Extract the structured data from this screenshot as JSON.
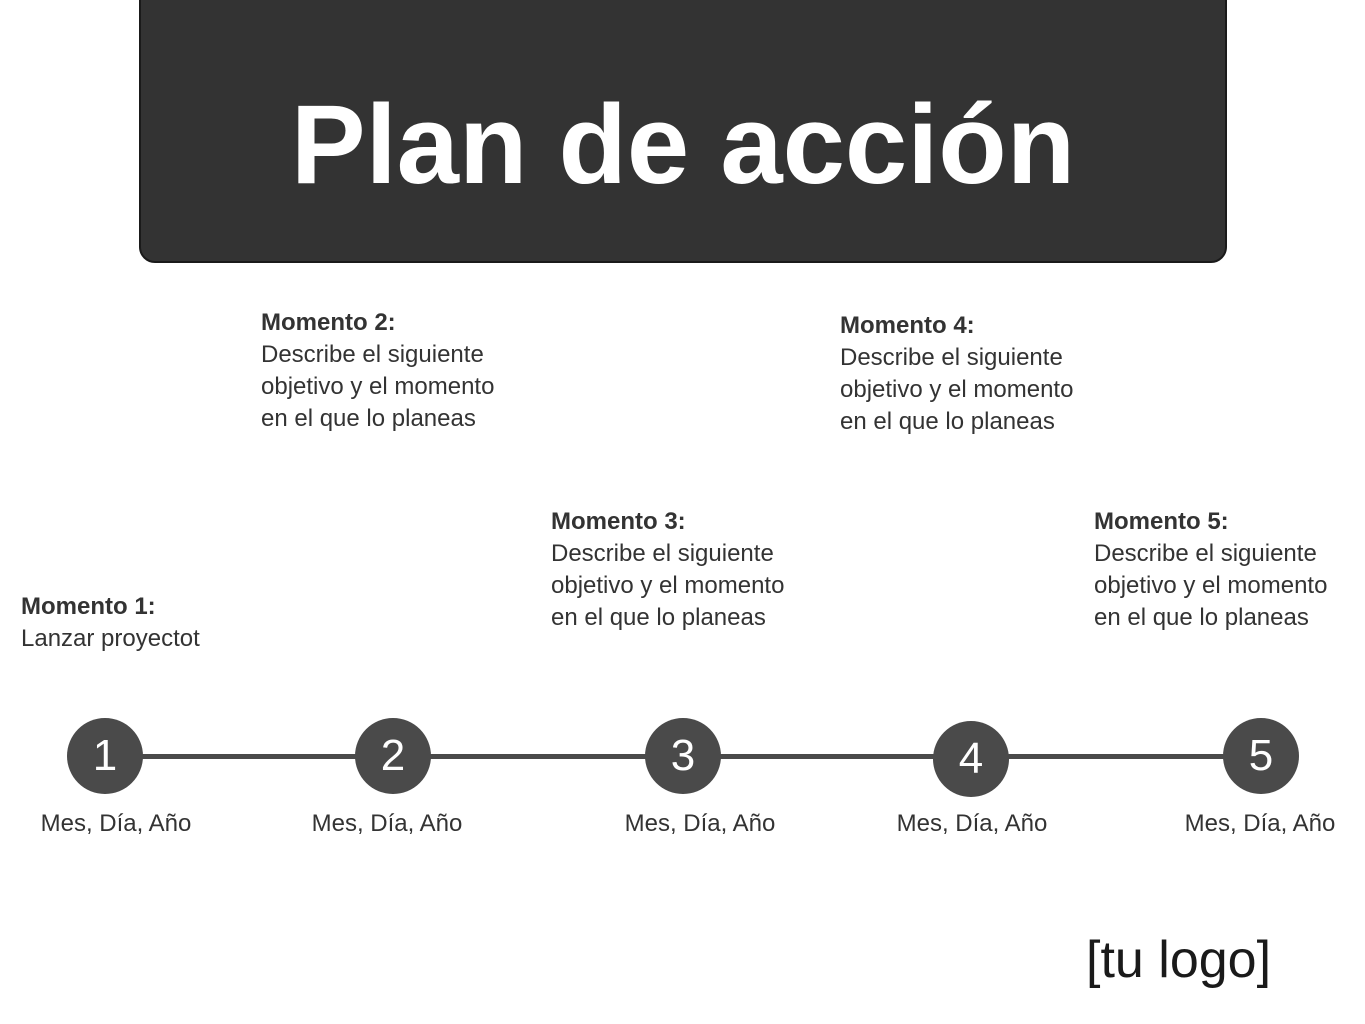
{
  "title": "Plan de acción",
  "colors": {
    "banner": "#333333",
    "node": "#4a4a4a",
    "text": "#333333",
    "title_text": "#ffffff"
  },
  "milestones": [
    {
      "number": "1",
      "heading": "Momento 1:",
      "lines": [
        "Lanzar proyectot"
      ],
      "date": "Mes, Día, Año"
    },
    {
      "number": "2",
      "heading": "Momento 2:",
      "lines": [
        "Describe el siguiente",
        "objetivo y el momento",
        "en el que lo planeas"
      ],
      "date": "Mes, Día, Año"
    },
    {
      "number": "3",
      "heading": "Momento 3:",
      "lines": [
        "Describe el siguiente",
        "objetivo y el momento",
        "en el que lo planeas"
      ],
      "date": "Mes, Día, Año"
    },
    {
      "number": "4",
      "heading": "Momento 4:",
      "lines": [
        "Describe el siguiente",
        "objetivo y el momento",
        "en el que lo planeas"
      ],
      "date": "Mes, Día, Año"
    },
    {
      "number": "5",
      "heading": "Momento 5:",
      "lines": [
        "Describe el siguiente",
        "objetivo y el momento",
        "en el que lo planeas"
      ],
      "date": "Mes, Día, Año"
    }
  ],
  "logo": "[tu logo]"
}
